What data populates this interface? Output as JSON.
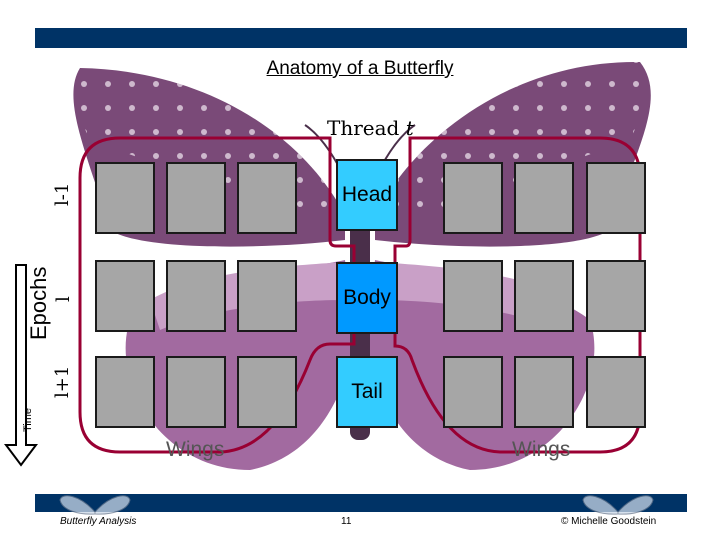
{
  "title": "Anatomy of a Butterfly",
  "thread_label": "Thread",
  "thread_var": "t",
  "center_blocks": [
    "Head",
    "Body",
    "Tail"
  ],
  "epochs_label": "Epochs",
  "epoch_labels": [
    "l-1",
    "l",
    "l+1"
  ],
  "time_label": "Time",
  "wing_labels": [
    "Wings",
    "Wings"
  ],
  "footer": {
    "left": "Butterfly Analysis",
    "page": "11",
    "right": "© Michelle Goodstein"
  },
  "colors": {
    "bar": "#003366",
    "head": "#33ccff",
    "body": "#0099ff",
    "tail": "#33ccff",
    "grid_block": "#a6a6a6",
    "wing_outline": "#990033"
  }
}
